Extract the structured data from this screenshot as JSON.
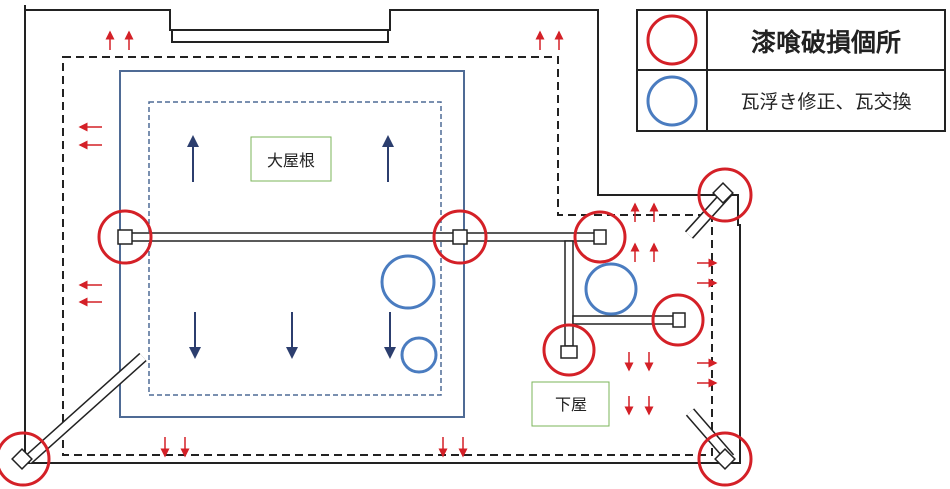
{
  "legend": {
    "items": [
      {
        "label": "漆喰破損個所",
        "marker": "red-circle"
      },
      {
        "label": "瓦浮き修正、瓦交換",
        "marker": "blue-circle"
      }
    ]
  },
  "labels": {
    "main_roof": "大屋根",
    "lower_roof": "下屋"
  },
  "colors": {
    "damage_marker": "#d42027",
    "repair_marker": "#4a7cc0",
    "roof_outline": "#4f6b95",
    "flow_arrow_main": "#2c3e6e",
    "flow_arrow_edge": "#d42027",
    "label_border": "#7bb55a"
  }
}
